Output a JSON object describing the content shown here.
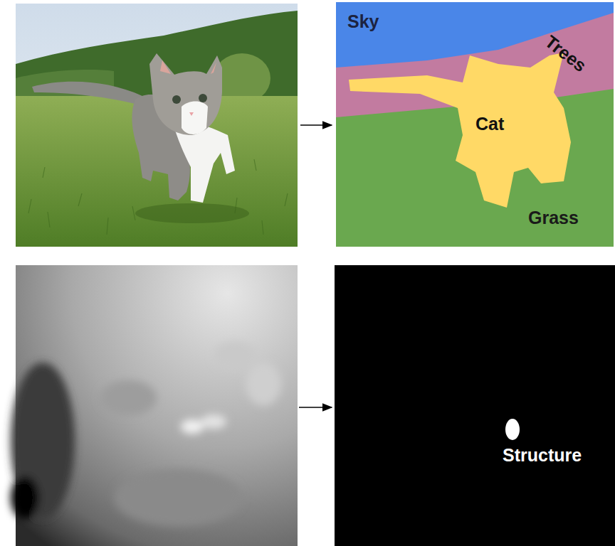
{
  "diagram": {
    "labels": [
      "Sky",
      "Trees",
      "Cat",
      "Grass",
      "Structure"
    ]
  }
}
